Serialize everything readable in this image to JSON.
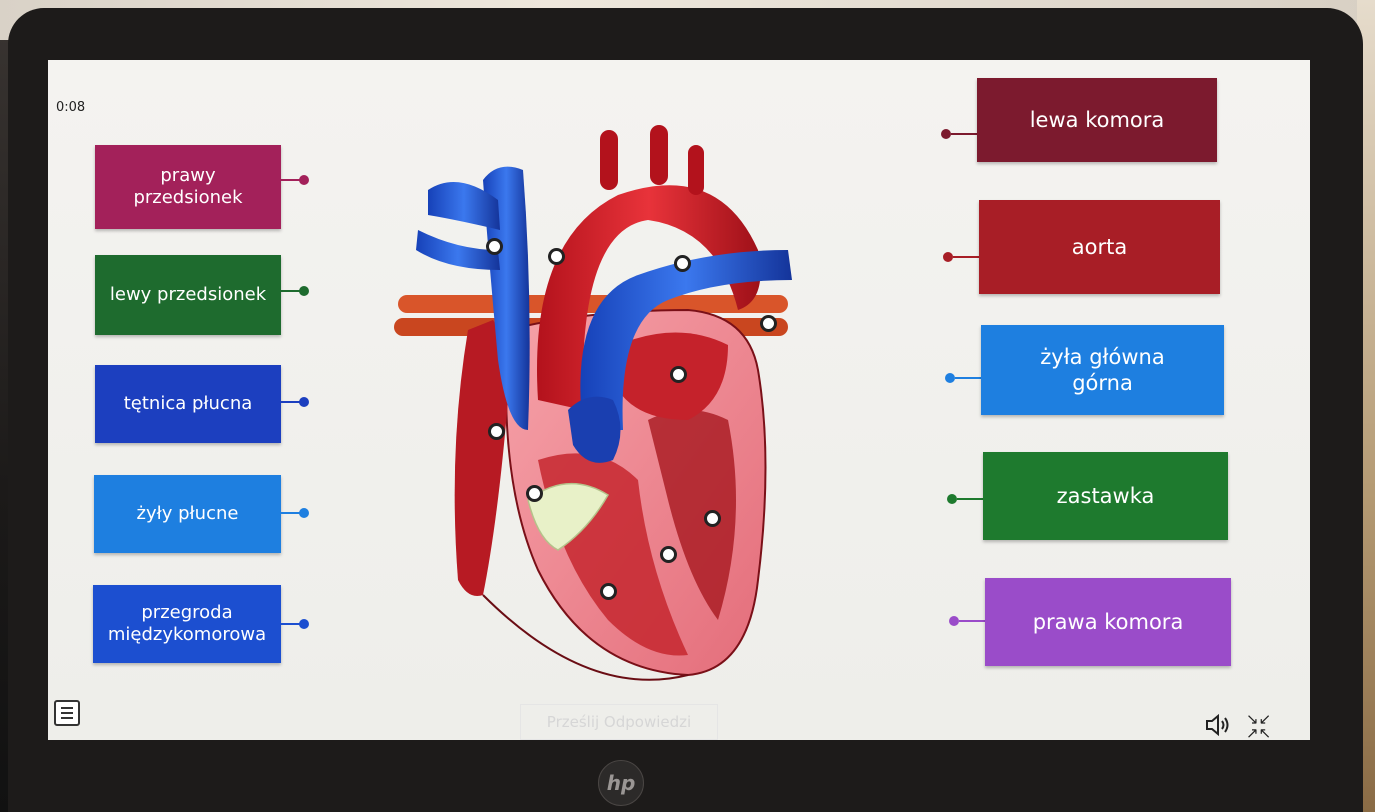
{
  "timer": "0:08",
  "left_labels": [
    {
      "text": "prawy\nprzedsionek",
      "color": "#a3215a"
    },
    {
      "text": "lewy przedsionek",
      "color": "#1e6b2e"
    },
    {
      "text": "tętnica płucna",
      "color": "#1c3fbf"
    },
    {
      "text": "żyły płucne",
      "color": "#1e7fe0"
    },
    {
      "text": "przegroda\nmiędzykomorowa",
      "color": "#1c4fd0"
    }
  ],
  "right_labels": [
    {
      "text": "lewa komora",
      "color": "#7c1a2e"
    },
    {
      "text": "aorta",
      "color": "#a81e26"
    },
    {
      "text": "żyła główna\ngórna",
      "color": "#1e7fe0"
    },
    {
      "text": "zastawka",
      "color": "#1e7a2e"
    },
    {
      "text": "prawa komora",
      "color": "#9a4cc9"
    }
  ],
  "submit_label": "Prześlij Odpowiedzi",
  "brand": "hp",
  "icons": {
    "menu": "hamburger-menu-icon",
    "sound": "speaker-icon",
    "fullscreen": "exit-fullscreen-icon"
  }
}
